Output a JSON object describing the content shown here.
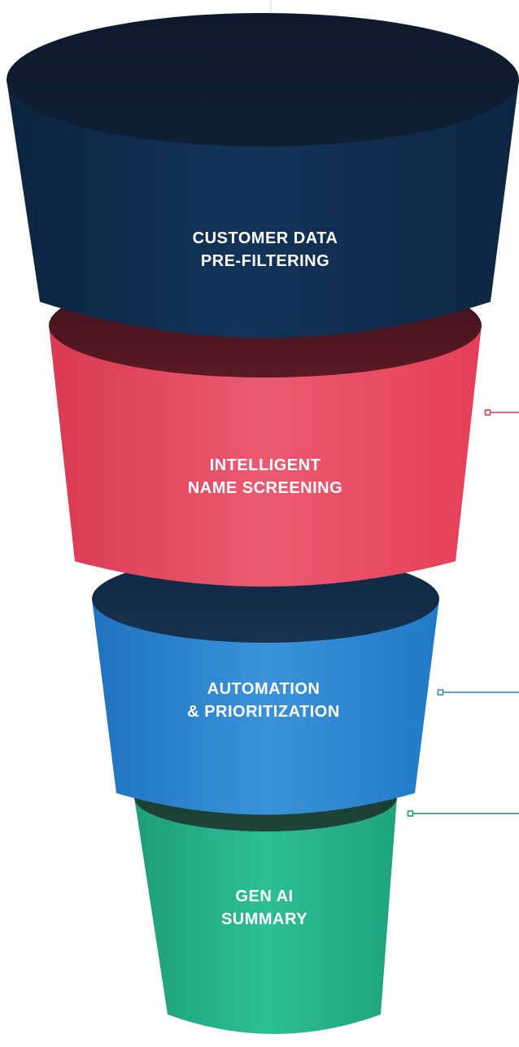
{
  "funnel": {
    "colors": {
      "navy": "#0f2c4a",
      "red": "#e8455f",
      "blue": "#2a84d0",
      "green": "#25b38a",
      "connector_red": "#d23a4f",
      "connector_blue": "#2d7fc0",
      "connector_green": "#1f8f70",
      "divider": "#d8dde3"
    },
    "stages": [
      {
        "id": "customer-data-pre-filtering",
        "line1": "CUSTOMER DATA",
        "line2": "PRE-FILTERING",
        "color": "#0f2c4a"
      },
      {
        "id": "intelligent-name-screening",
        "line1": "INTELLIGENT",
        "line2": "NAME SCREENING",
        "color": "#e8455f"
      },
      {
        "id": "automation-prioritization",
        "line1": "AUTOMATION",
        "line2": "& PRIORITIZATION",
        "color": "#2a84d0"
      },
      {
        "id": "gen-ai-summary",
        "line1": "GEN AI",
        "line2": "SUMMARY",
        "color": "#25b38a"
      }
    ]
  }
}
